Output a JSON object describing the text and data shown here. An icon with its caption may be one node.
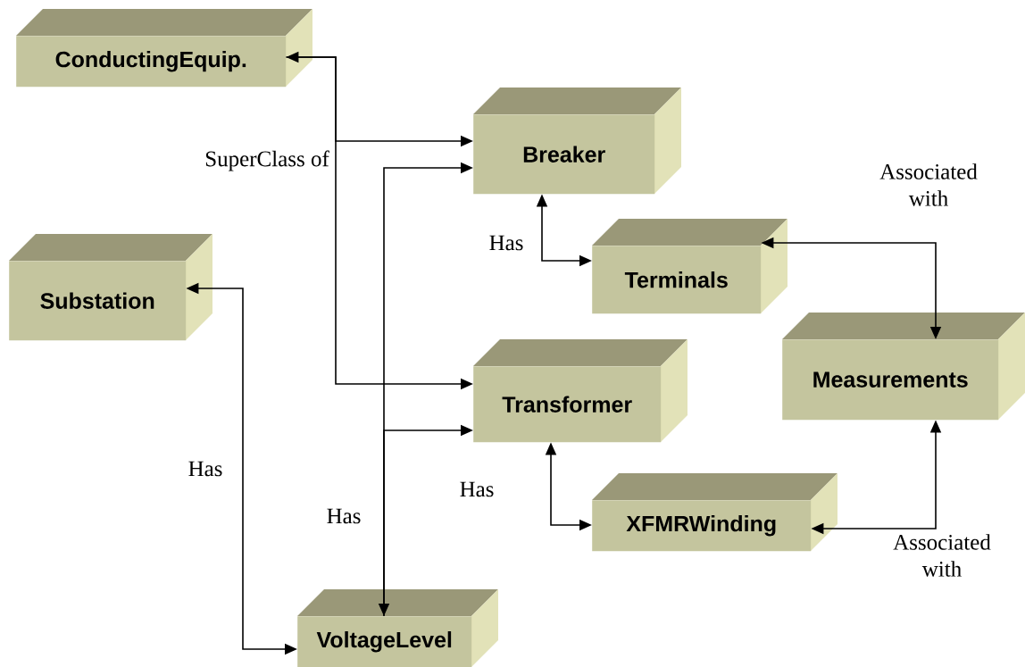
{
  "diagram": {
    "nodes": [
      {
        "text": [
          "ConductingEquip."
        ]
      },
      {
        "text": [
          "Breaker"
        ]
      },
      {
        "text": [
          "Terminals"
        ]
      },
      {
        "text": [
          "Substation"
        ]
      },
      {
        "text": [
          "Measurements"
        ]
      },
      {
        "text": [
          "Transformer"
        ]
      },
      {
        "text": [
          "XFMRWinding"
        ]
      },
      {
        "text": [
          "VoltageLevel"
        ]
      }
    ],
    "edges": [
      {
        "from": 0,
        "to": 1,
        "arrow": "both",
        "label": "SuperClass of"
      },
      {
        "from": 0,
        "to": 5,
        "arrow": "to"
      },
      {
        "from": 7,
        "to": 1,
        "arrow": "both"
      },
      {
        "from": 7,
        "to": 5,
        "arrow": "to",
        "label": "Has"
      },
      {
        "from": 3,
        "to": 7,
        "arrow": "both",
        "label": "Has"
      },
      {
        "from": 1,
        "to": 2,
        "arrow": "both",
        "label": "Has"
      },
      {
        "from": 5,
        "to": 6,
        "arrow": "both",
        "label": "Has"
      },
      {
        "from": 2,
        "to": 4,
        "arrow": "both",
        "label": "Associated with"
      },
      {
        "from": 6,
        "to": 4,
        "arrow": "both",
        "label": "Associated with"
      }
    ]
  }
}
